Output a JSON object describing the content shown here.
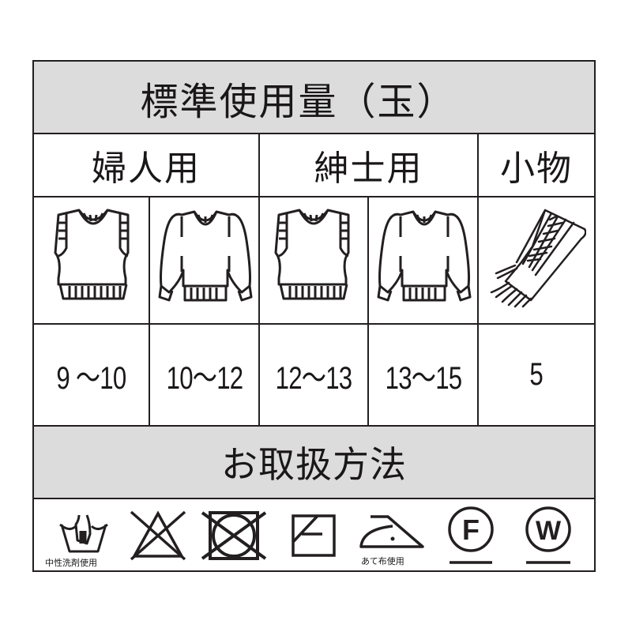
{
  "usage_section": {
    "title": "標準使用量（玉）",
    "groups": [
      {
        "label": "婦人用"
      },
      {
        "label": "紳士用"
      },
      {
        "label": "小物"
      }
    ],
    "items": [
      {
        "icon": "vest-icon",
        "amount": "9 ～10"
      },
      {
        "icon": "sweater-icon",
        "amount": "10～12"
      },
      {
        "icon": "vest-icon",
        "amount": "12～13"
      },
      {
        "icon": "sweater-icon",
        "amount": "13～15"
      },
      {
        "icon": "scarf-icon",
        "amount": "5"
      }
    ]
  },
  "care_section": {
    "title": "お取扱方法",
    "symbols": [
      {
        "icon": "hand-wash-icon",
        "caption": "中性洗剤使用"
      },
      {
        "icon": "no-bleach-icon",
        "caption": ""
      },
      {
        "icon": "no-tumble-dry-icon",
        "caption": ""
      },
      {
        "icon": "dry-flat-shade-icon",
        "caption": ""
      },
      {
        "icon": "iron-low-icon",
        "caption": "あて布使用"
      },
      {
        "icon": "dry-clean-f-icon",
        "caption": "",
        "letter": "F"
      },
      {
        "icon": "wet-clean-w-icon",
        "caption": "",
        "letter": "W"
      }
    ]
  },
  "colors": {
    "line": "#231f20",
    "header_fill": "#dcdcdc",
    "background": "#ffffff"
  }
}
